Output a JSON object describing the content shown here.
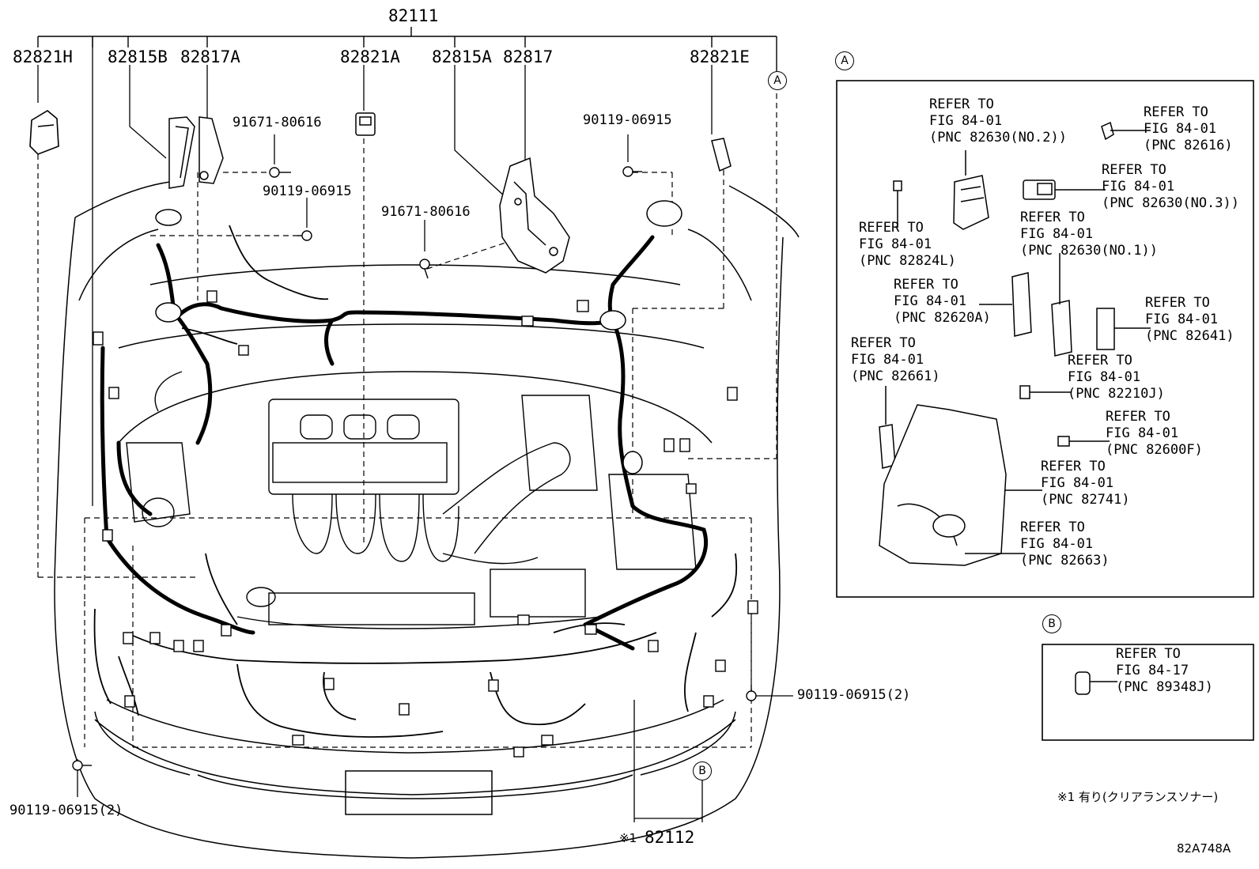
{
  "labels": {
    "top": "82111",
    "p82821H": "82821H",
    "p82815B": "82815B",
    "p82817A": "82817A",
    "p82821A": "82821A",
    "p82815A": "82815A",
    "p82817": "82817",
    "p82821E": "82821E",
    "bolt1": "91671-80616",
    "bolt2": "90119-06915",
    "bolt3": "91671-80616",
    "bolt4": "90119-06915",
    "bolt5": "90119-06915(2)",
    "bolt6": "90119-06915(2)",
    "bottom_mark": "※1",
    "bottom": "82112"
  },
  "callouts": {
    "a": "A",
    "b": "B"
  },
  "panel_a": {
    "refs": [
      {
        "line1": "REFER TO",
        "line2": "FIG 84-01",
        "line3": "(PNC 82630(NO.2))"
      },
      {
        "line1": "REFER TO",
        "line2": "FIG 84-01",
        "line3": "(PNC 82616)"
      },
      {
        "line1": "REFER TO",
        "line2": "FIG 84-01",
        "line3": "(PNC 82630(NO.3))"
      },
      {
        "line1": "REFER TO",
        "line2": "FIG 84-01",
        "line3": "(PNC 82824L)"
      },
      {
        "line1": "REFER TO",
        "line2": "FIG 84-01",
        "line3": "(PNC 82630(NO.1))"
      },
      {
        "line1": "REFER TO",
        "line2": "FIG 84-01",
        "line3": "(PNC 82620A)"
      },
      {
        "line1": "REFER TO",
        "line2": "FIG 84-01",
        "line3": "(PNC 82641)"
      },
      {
        "line1": "REFER TO",
        "line2": "FIG 84-01",
        "line3": "(PNC 82661)"
      },
      {
        "line1": "REFER TO",
        "line2": "FIG 84-01",
        "line3": "(PNC 82210J)"
      },
      {
        "line1": "REFER TO",
        "line2": "FIG 84-01",
        "line3": "(PNC 82600F)"
      },
      {
        "line1": "REFER TO",
        "line2": "FIG 84-01",
        "line3": "(PNC 82741)"
      },
      {
        "line1": "REFER TO",
        "line2": "FIG 84-01",
        "line3": "(PNC 82663)"
      }
    ]
  },
  "panel_b": {
    "refs": [
      {
        "line1": "REFER TO",
        "line2": "FIG 84-17",
        "line3": "(PNC 89348J)"
      }
    ]
  },
  "footnote": "※1 有り(クリアランスソナー)",
  "figure_id": "82A748A"
}
